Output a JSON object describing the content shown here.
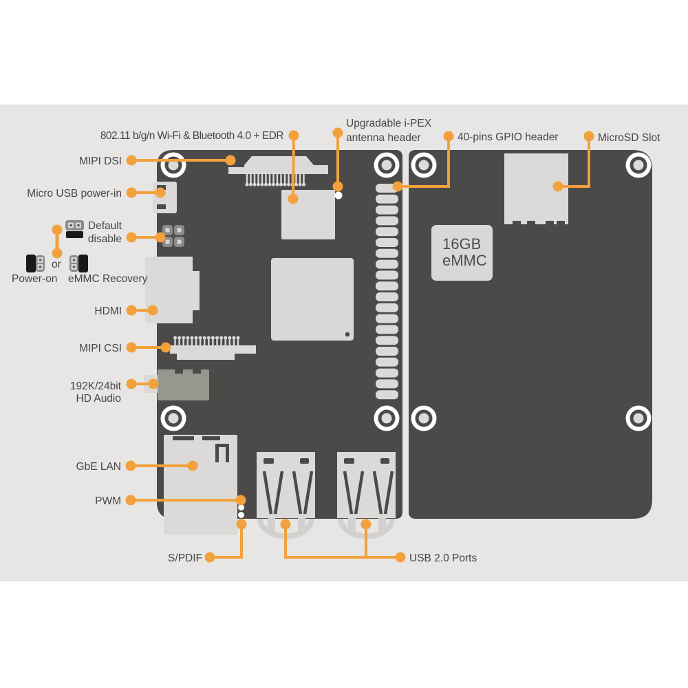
{
  "colors": {
    "accent": "#F2A13C",
    "board": "#4B4A49",
    "band": "#E7E6E4",
    "connector": "#DBDAD8",
    "connector_mid": "#97968F",
    "chip_face": "#D9D8D6",
    "label_text": "#474645",
    "jumper_gray": "#8B8B89",
    "jumper_black": "#1A1A1A"
  },
  "labels": {
    "wifi": "802.11 b/g/n Wi-Fi & Bluetooth 4.0 + EDR",
    "ipex_line1": "Upgradable i-PEX",
    "ipex_line2": "antenna header",
    "gpio": "40-pins GPIO header",
    "microsd": "MicroSD Slot",
    "mipi_dsi": "MIPI DSI",
    "micro_usb": "Micro USB power-in",
    "default_line1": "Default",
    "default_line2": "disable",
    "power_on": "Power-on",
    "or": "or",
    "emmc_recovery": "eMMC Recovery",
    "hdmi": "HDMI",
    "mipi_csi": "MIPI CSI",
    "audio_line1": "192K/24bit",
    "audio_line2": "HD Audio",
    "gbe_lan": "GbE LAN",
    "pwm": "PWM",
    "spdif": "S/PDIF",
    "usb": "USB 2.0 Ports"
  },
  "chip": {
    "emmc_line1": "16GB",
    "emmc_line2": "eMMC"
  }
}
